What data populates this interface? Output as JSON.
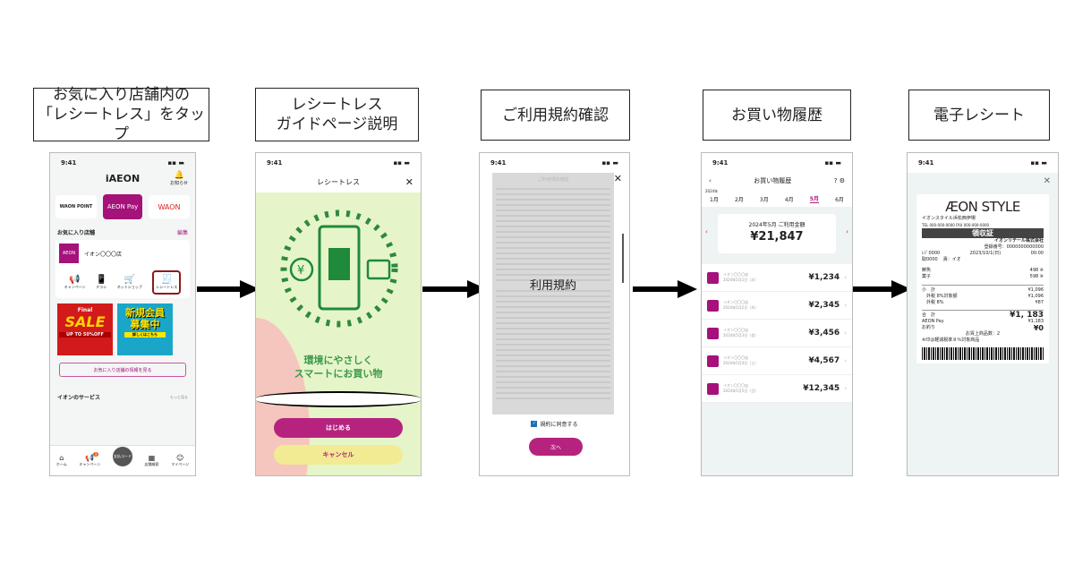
{
  "steps": [
    {
      "title_lines": [
        "お気に入り店舗内の",
        "「レシートレス」をタップ"
      ]
    },
    {
      "title_lines": [
        "レシートレス",
        "ガイドページ説明"
      ]
    },
    {
      "title_lines": [
        "ご利用規約確認"
      ]
    },
    {
      "title_lines": [
        "お買い物履歴"
      ]
    },
    {
      "title_lines": [
        "電子レシート"
      ]
    }
  ],
  "status_time": "9:41",
  "screen1": {
    "app_title": "iAEON",
    "notice": "お知らせ",
    "cards": [
      "WAON POINT",
      "AEON Pay",
      "WAON"
    ],
    "fav_header": "お気に入り店舗",
    "edit": "編集",
    "store": "イオン〇〇〇店",
    "store_logo": "AEON",
    "actions": [
      "キャンペーン",
      "チラシ",
      "ネットショップ",
      "レシートレス"
    ],
    "banner1": {
      "top": "Final",
      "main": "SALE",
      "sub": "UP TO 50%OFF"
    },
    "banner2": {
      "main": "新規会員募集中",
      "sub": "詳しくはこちら"
    },
    "fav_info_button": "お気に入り店舗の情報を見る",
    "services": "イオンのサービス",
    "more": "もっと見る",
    "nav": [
      "ホーム",
      "キャンペーン",
      "支払コード",
      "店舗検索",
      "マイページ"
    ],
    "badge": "3"
  },
  "screen2": {
    "header": "レシートレス",
    "headline": [
      "環境にやさしく",
      "スマートにお買い物"
    ],
    "start": "はじめる",
    "cancel": "キャンセル"
  },
  "screen3": {
    "doc_title": "ご利用規約確認",
    "overlay": "利用規約",
    "agree": "規約に同意する",
    "next": "次へ"
  },
  "screen4": {
    "header": "お買い物履歴",
    "year": "2024年",
    "months": [
      "1月",
      "2月",
      "3月",
      "4月",
      "5月",
      "6月"
    ],
    "active_month": 4,
    "summary_label": "2024年5月 ご利用金額",
    "summary_amount": "¥21,847",
    "items": [
      {
        "store": "イオン〇〇〇店",
        "date": "2024年5月1日（水）",
        "amount": "¥1,234"
      },
      {
        "store": "イオン〇〇〇店",
        "date": "2024年5月2日（木）",
        "amount": "¥2,345"
      },
      {
        "store": "イオン〇〇〇店",
        "date": "2024年5月3日（金）",
        "amount": "¥3,456"
      },
      {
        "store": "イオン〇〇〇店",
        "date": "2024年5月4日（土）",
        "amount": "¥4,567"
      },
      {
        "store": "イオン〇〇〇店",
        "date": "2024年5月5日（日）",
        "amount": "¥12,345"
      }
    ]
  },
  "screen5": {
    "brand": "ÆON STYLE",
    "store": "イオンスタイル浜松西伊場",
    "tel": "TEL 000-000-0000  FAX 000-000-0000",
    "receipt": "領収証",
    "company": "イオンリテール株式会社",
    "reg": "登録番号：0000000000000",
    "reg_line": "ﾚｼﾞ0000",
    "date": "2023/10/1(日)",
    "time": "00:00",
    "no": "取0000",
    "staff": "責：イオ",
    "lines": [
      {
        "name": "鮮魚",
        "price": "498 ※"
      },
      {
        "name": "菓子",
        "price": "598 ※"
      }
    ],
    "subtotal_label": "小　計",
    "subtotal": "¥1,096",
    "tax_base_label": "外税 8%対象額",
    "tax_base": "¥1,096",
    "tax_label": "外税 8%",
    "tax": "¥87",
    "total_label": "合　計",
    "total": "¥1, 183",
    "pay_label": "AEON Pay",
    "pay": "¥1,183",
    "change_label": "お釣り",
    "change": "¥0",
    "count": "お買上商品数：2",
    "note": "※印は軽減税率８％対象商品"
  }
}
